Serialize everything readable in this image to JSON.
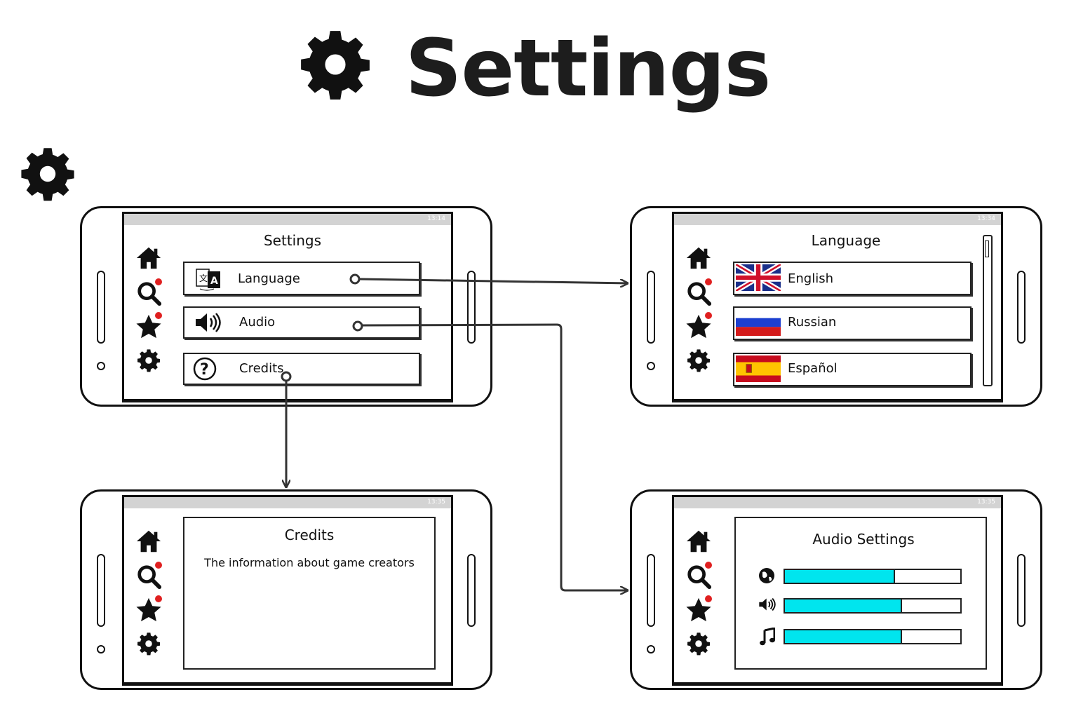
{
  "header": {
    "title": "Settings",
    "icon": "gear-icon"
  },
  "colors": {
    "accent_fill": "#00e5ee",
    "notification_dot": "#e02020",
    "status_bar": "#d3d3d3"
  },
  "screens": {
    "settings": {
      "title": "Settings",
      "status_time": "13:14",
      "items": [
        {
          "label": "Language",
          "icon": "translate-icon"
        },
        {
          "label": "Audio",
          "icon": "speaker-icon"
        },
        {
          "label": "Credits",
          "icon": "question-circle-icon"
        }
      ]
    },
    "language": {
      "title": "Language",
      "status_time": "13:34",
      "items": [
        {
          "label": "English",
          "icon": "uk-flag-icon"
        },
        {
          "label": "Russian",
          "icon": "russia-flag-icon"
        },
        {
          "label": "Español",
          "icon": "spain-flag-icon"
        }
      ]
    },
    "credits": {
      "title": "Credits",
      "status_time": "13:35",
      "text": "The information about game creators"
    },
    "audio": {
      "title": "Audio Settings",
      "status_time": "13:35",
      "sliders": [
        {
          "icon": "globe-icon",
          "level": 0.62
        },
        {
          "icon": "speaker-icon",
          "level": 0.66
        },
        {
          "icon": "music-note-icon",
          "level": 0.66
        }
      ]
    }
  },
  "nav_icons": [
    "home-icon",
    "search-icon",
    "star-icon",
    "gear-icon"
  ]
}
